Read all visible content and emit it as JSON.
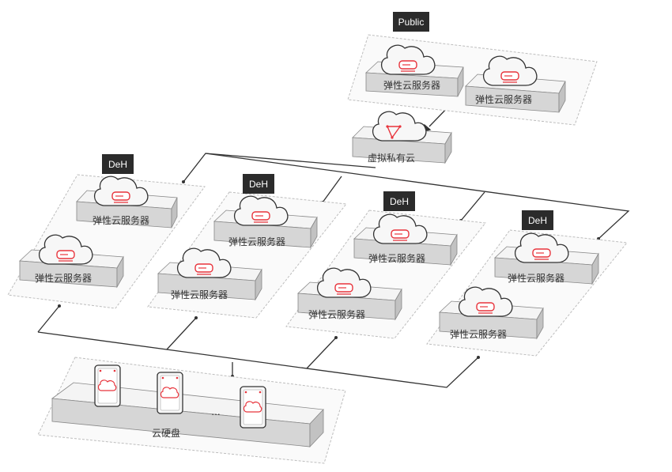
{
  "tags": {
    "public": "Public",
    "deh": "DeH"
  },
  "labels": {
    "ecs": "弹性云服务器",
    "vpc": "虚拟私有云",
    "evs": "云硬盘",
    "ellipsis": "..."
  },
  "colors": {
    "accent": "#e8343c",
    "tag_bg": "#2b2b2b",
    "box_top": "#f4f4f4",
    "box_front": "#d6d6d6",
    "box_side": "#c2c2c2",
    "dashed_border": "#bdbdbd",
    "line": "#333333"
  },
  "icons": {
    "ecs": "cloud-server-icon",
    "vpc": "cloud-network-icon",
    "evs": "disk-icon"
  }
}
